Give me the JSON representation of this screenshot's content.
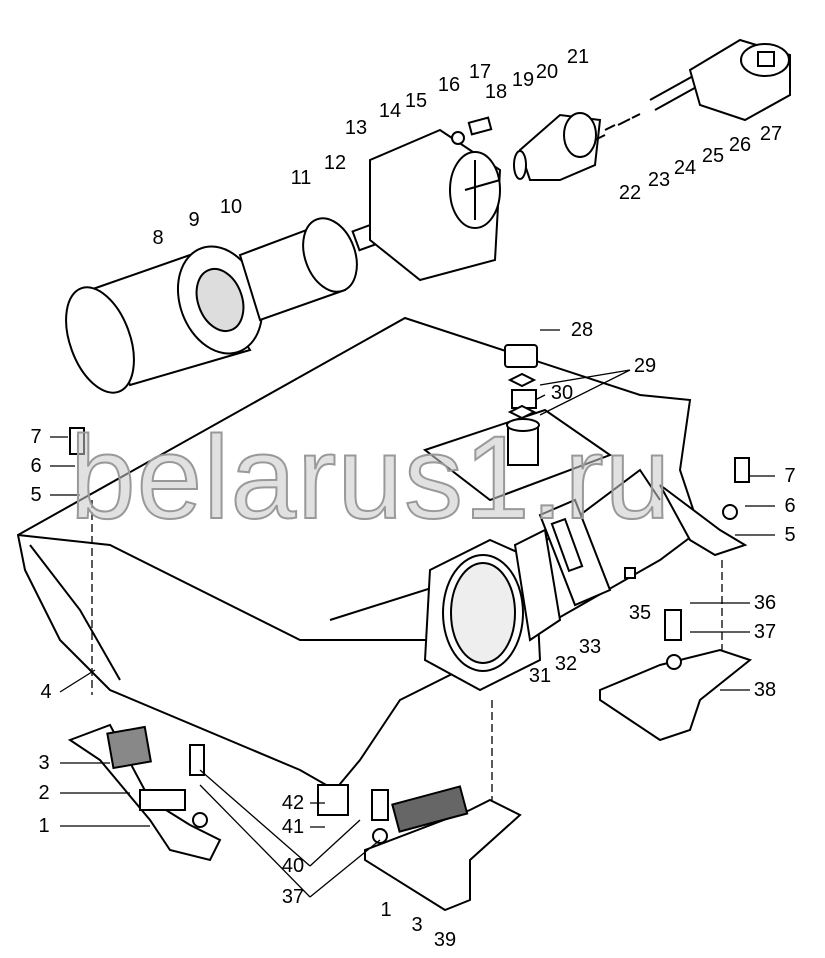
{
  "watermark": "belarus1.ru",
  "callouts": [
    {
      "id": "c17",
      "text": "17"
    },
    {
      "id": "c16",
      "text": "16"
    },
    {
      "id": "c15",
      "text": "15"
    },
    {
      "id": "c14",
      "text": "14"
    },
    {
      "id": "c13",
      "text": "13"
    },
    {
      "id": "c12",
      "text": "12"
    },
    {
      "id": "c11",
      "text": "11"
    },
    {
      "id": "c10",
      "text": "10"
    },
    {
      "id": "c9",
      "text": "9"
    },
    {
      "id": "c8",
      "text": "8"
    },
    {
      "id": "c18",
      "text": "18"
    },
    {
      "id": "c19",
      "text": "19"
    },
    {
      "id": "c20",
      "text": "20"
    },
    {
      "id": "c21",
      "text": "21"
    },
    {
      "id": "c22",
      "text": "22"
    },
    {
      "id": "c23",
      "text": "23"
    },
    {
      "id": "c24",
      "text": "24"
    },
    {
      "id": "c25",
      "text": "25"
    },
    {
      "id": "c26",
      "text": "26"
    },
    {
      "id": "c27",
      "text": "27"
    },
    {
      "id": "c28",
      "text": "28"
    },
    {
      "id": "c29",
      "text": "29"
    },
    {
      "id": "c30",
      "text": "30"
    },
    {
      "id": "c7l",
      "text": "7"
    },
    {
      "id": "c6l",
      "text": "6"
    },
    {
      "id": "c5l",
      "text": "5"
    },
    {
      "id": "c7r",
      "text": "7"
    },
    {
      "id": "c6r",
      "text": "6"
    },
    {
      "id": "c5r",
      "text": "5"
    },
    {
      "id": "c36",
      "text": "36"
    },
    {
      "id": "c37r",
      "text": "37"
    },
    {
      "id": "c38",
      "text": "38"
    },
    {
      "id": "c35",
      "text": "35"
    },
    {
      "id": "c33",
      "text": "33"
    },
    {
      "id": "c32",
      "text": "32"
    },
    {
      "id": "c31",
      "text": "31"
    },
    {
      "id": "c4",
      "text": "4"
    },
    {
      "id": "c3l",
      "text": "3"
    },
    {
      "id": "c2",
      "text": "2"
    },
    {
      "id": "c1l",
      "text": "1"
    },
    {
      "id": "c42",
      "text": "42"
    },
    {
      "id": "c41",
      "text": "41"
    },
    {
      "id": "c40",
      "text": "40"
    },
    {
      "id": "c37b",
      "text": "37"
    },
    {
      "id": "c1b",
      "text": "1"
    },
    {
      "id": "c3b",
      "text": "3"
    },
    {
      "id": "c39",
      "text": "39"
    }
  ]
}
